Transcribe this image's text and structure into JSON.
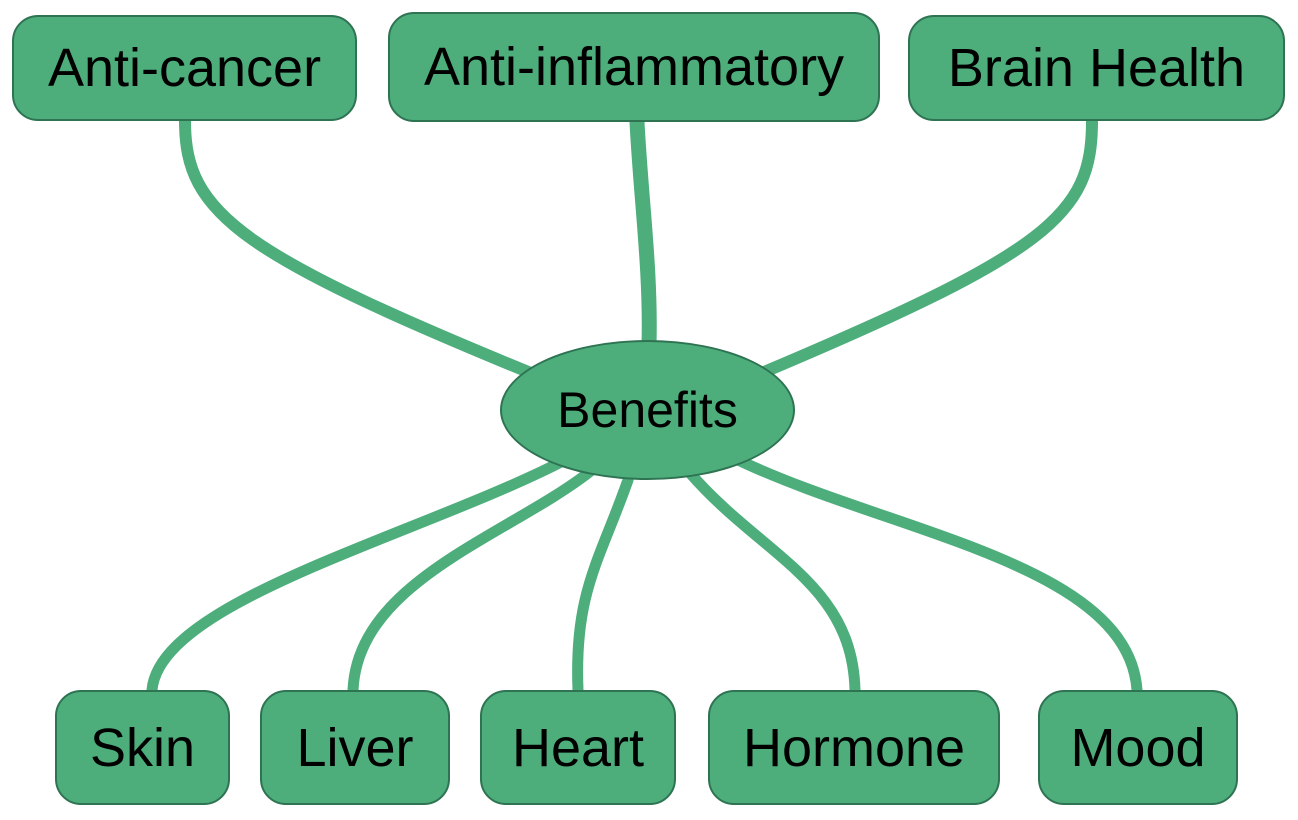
{
  "diagram": {
    "center_node": {
      "label": "Benefits"
    },
    "top_nodes": [
      {
        "label": "Anti-cancer"
      },
      {
        "label": "Anti-inflammatory"
      },
      {
        "label": "Brain Health"
      }
    ],
    "bottom_nodes": [
      {
        "label": "Skin"
      },
      {
        "label": "Liver"
      },
      {
        "label": "Heart"
      },
      {
        "label": "Hormone"
      },
      {
        "label": "Mood"
      }
    ],
    "colors": {
      "node_fill": "#4dae7c",
      "node_border": "#2e7352",
      "connector": "#4dae7c",
      "text": "#000000",
      "background": "#ffffff"
    }
  }
}
